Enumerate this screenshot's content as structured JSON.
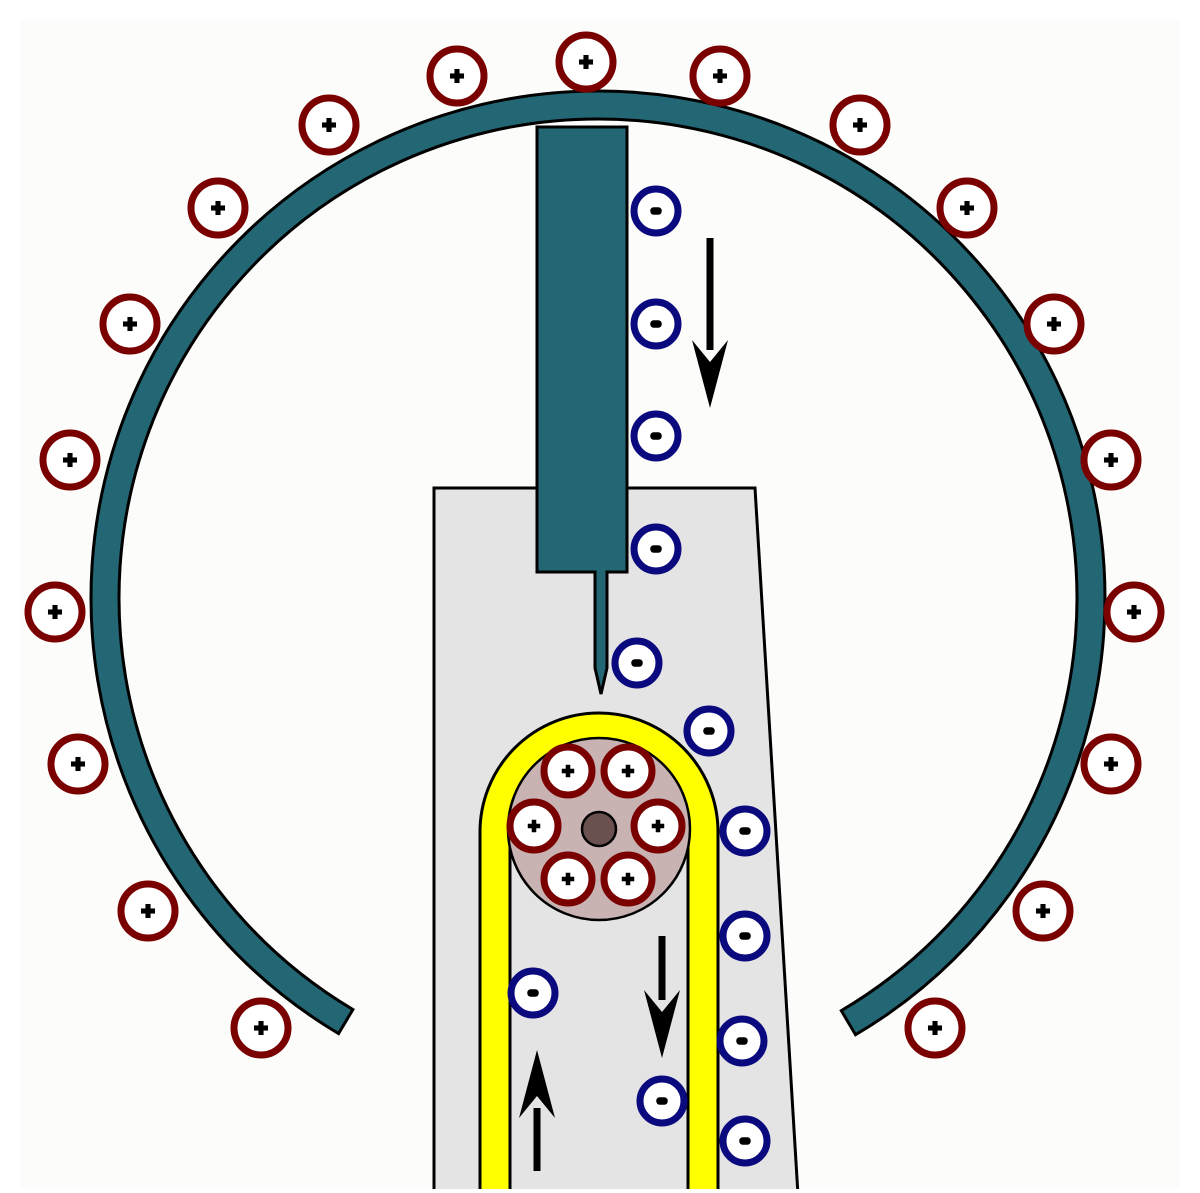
{
  "colors": {
    "background": "#fcfcfa",
    "dome": "#236674",
    "column": "#e4e4e4",
    "belt": "#ffff00",
    "roller": "#c9b2b2",
    "roller_hub": "#6b5050",
    "positive_charge": "#7a0000",
    "negative_charge": "#0a0a7e",
    "arrow": "#000000",
    "outline": "#000000"
  },
  "charges": {
    "positive_symbol": "+",
    "negative_symbol": "−"
  },
  "icons": {
    "dome": "hollow-sphere-terminal",
    "comb": "collector-comb",
    "column": "insulating-column",
    "belt": "charge-belt",
    "roller": "upper-roller",
    "arrow": "direction-arrow"
  }
}
